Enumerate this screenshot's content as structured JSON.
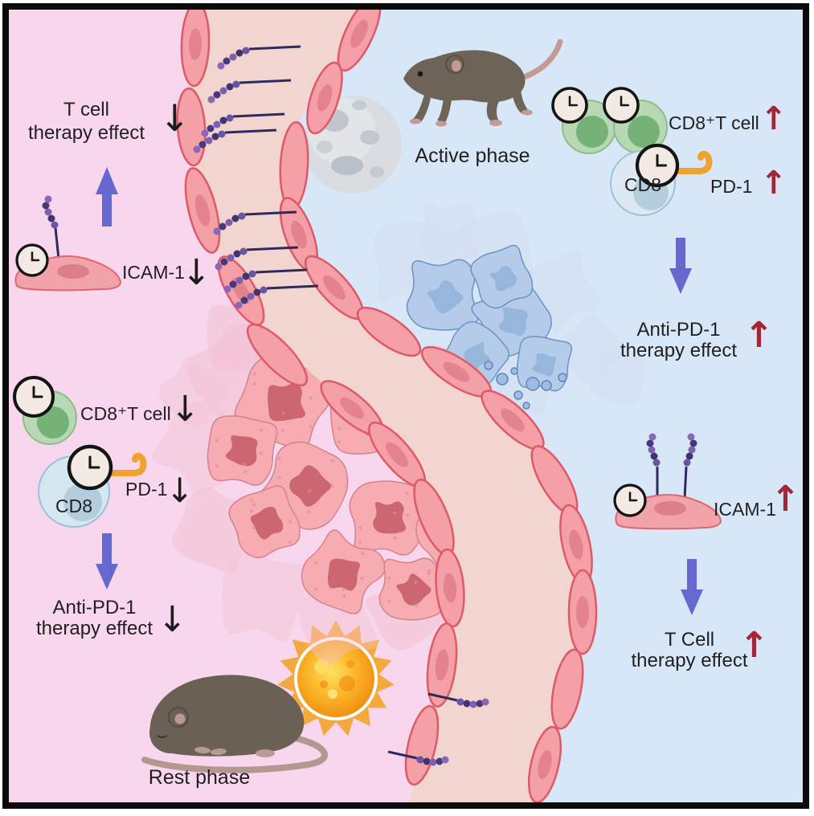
{
  "figure": {
    "left_panel": {
      "t_cell_therapy": {
        "line1": "T cell",
        "line2": "therapy effect",
        "arrow": "↓"
      },
      "emphasis_arrow_direction": "up",
      "icam1": {
        "label": "ICAM-1",
        "arrow": "↓"
      },
      "cd8_t_cell": {
        "label": "CD8⁺T cell",
        "arrow": "↓"
      },
      "cd8_cell_label": "CD8",
      "pd1": {
        "label": "PD-1",
        "arrow": "↓"
      },
      "anti_pd1_therapy": {
        "line1": "Anti-PD-1",
        "line2": "therapy effect",
        "arrow": "↓"
      },
      "phase_label": "Rest phase"
    },
    "right_panel": {
      "phase_label": "Active phase",
      "cd8_t_cell": {
        "label": "CD8⁺T cell",
        "arrow": "↑"
      },
      "cd8_cell_label": "CD8",
      "pd1": {
        "label": "PD-1",
        "arrow": "↑"
      },
      "anti_pd1_therapy": {
        "line1": "Anti-PD-1",
        "line2": "therapy effect",
        "arrow": "↑"
      },
      "icam1": {
        "label": "ICAM-1",
        "arrow": "↑"
      },
      "t_cell_therapy": {
        "line1": "T Cell",
        "line2": "therapy effect",
        "arrow": "↑"
      }
    },
    "icons": {
      "clock": "circadian-clock",
      "moon": "moon (active phase)",
      "sun": "sun (rest phase)",
      "active_mouse": "walking mouse",
      "rest_mouse": "sleeping mouse"
    },
    "colors": {
      "left_background": "#f8d6ee",
      "right_background": "#d8e7f7",
      "vessel_lumen": "#f2d5cf",
      "endothelial_cell": "#f59fa6",
      "endothelial_border": "#dd5a68",
      "tumor_cell_pink": "#f6acb1",
      "tumor_cell_blue": "#b4cbea",
      "increase_arrow": "#a32638",
      "decrease_arrow": "#1c1c1c",
      "emphasis_arrow": "#6468cf",
      "pd1_receptor": "#efa22f",
      "icam_bead_purple": "#6a55a4"
    }
  }
}
